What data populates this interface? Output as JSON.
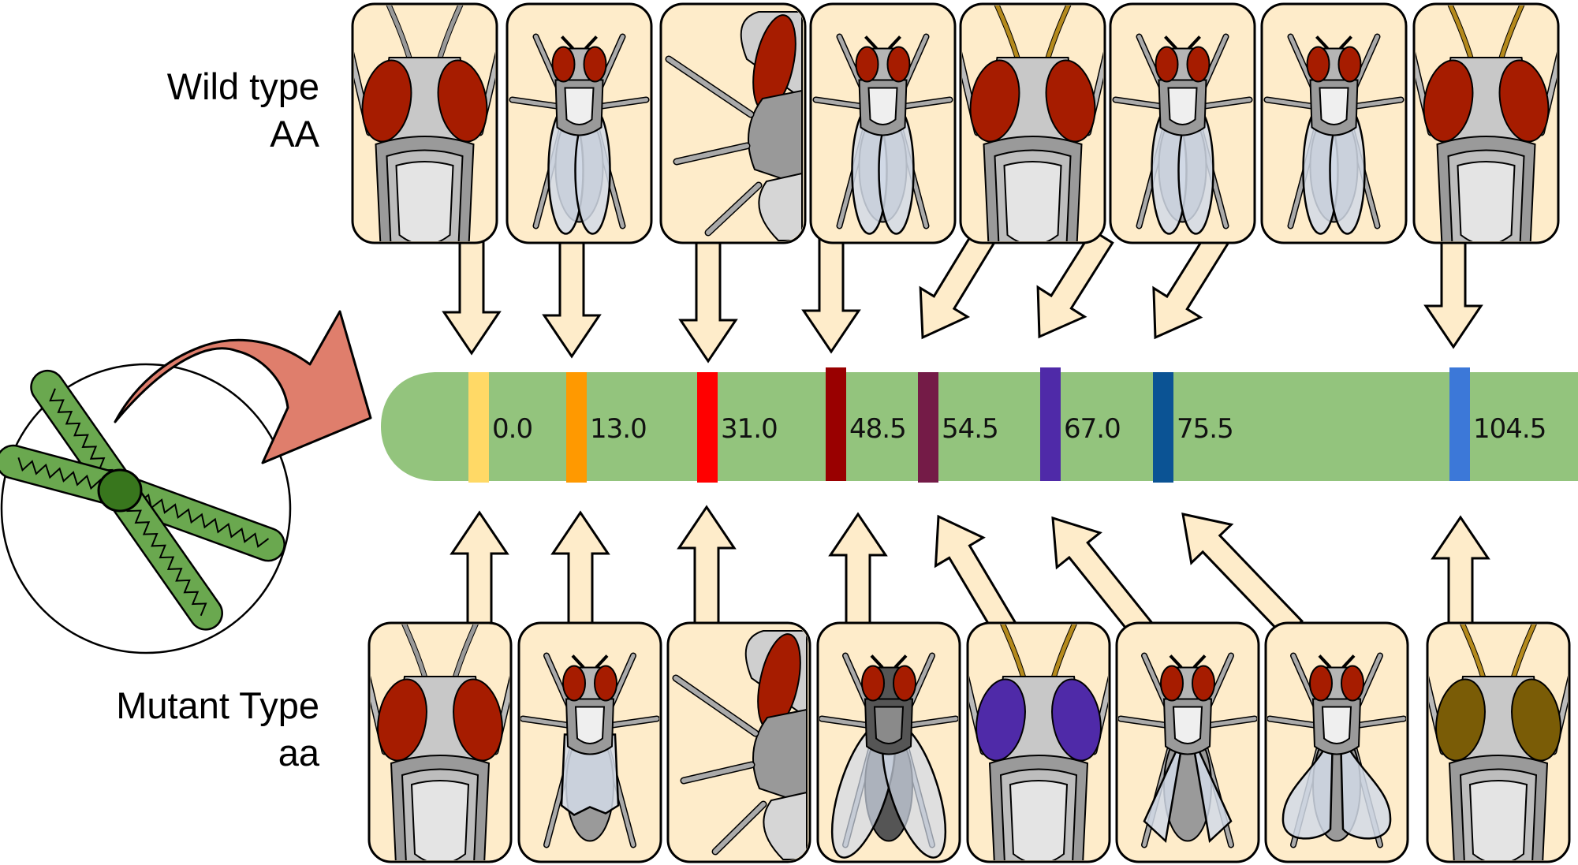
{
  "labels": {
    "wild_type": "Wild type",
    "wild_genotype": "AA",
    "mutant_type": "Mutant Type",
    "mutant_genotype": "aa"
  },
  "colors": {
    "card_fill": "#feecca",
    "chromosome_fill": "#93c47d",
    "curved_arrow_fill": "#df7e6c",
    "chromosome_arm_fill": "#6aa84f",
    "centromere_fill": "#38761d",
    "eye_red": "#a61c00",
    "eye_purple": "#4f2aa8",
    "eye_brown": "#7a5c06"
  },
  "chart_data": {
    "type": "table",
    "title": "Genetic linkage map (cM)",
    "loci": [
      {
        "position_cM": 0.0,
        "label": "0.0",
        "band_color": "#ffd966",
        "wild_view": "head-branched-antennae",
        "mutant_view": "head-branched-antennae",
        "mutant_eye": "red"
      },
      {
        "position_cM": 13.0,
        "label": "13.0",
        "band_color": "#ff9900",
        "wild_view": "body-normal-wings",
        "mutant_view": "body-crumpled-wings",
        "mutant_eye": "red"
      },
      {
        "position_cM": 31.0,
        "label": "31.0",
        "band_color": "#ff0000",
        "wild_view": "side-legs",
        "mutant_view": "side-legs",
        "mutant_eye": "red"
      },
      {
        "position_cM": 48.5,
        "label": "48.5",
        "band_color": "#990000",
        "wild_view": "body-normal-wings",
        "mutant_view": "body-dark",
        "mutant_eye": "red"
      },
      {
        "position_cM": 54.5,
        "label": "54.5",
        "band_color": "#741b47",
        "wild_view": "head",
        "mutant_view": "head",
        "mutant_eye": "purple"
      },
      {
        "position_cM": 67.0,
        "label": "67.0",
        "band_color": "#4f2aa8",
        "wild_view": "body-normal-wings",
        "mutant_view": "body-spread-wings",
        "mutant_eye": "red"
      },
      {
        "position_cM": 75.5,
        "label": "75.5",
        "band_color": "#0b5394",
        "wild_view": "body-normal-wings",
        "mutant_view": "body-curly-wings",
        "mutant_eye": "red"
      },
      {
        "position_cM": 104.5,
        "label": "104.5",
        "band_color": "#3c78d8",
        "wild_view": "head",
        "mutant_view": "head",
        "mutant_eye": "brown"
      }
    ]
  }
}
